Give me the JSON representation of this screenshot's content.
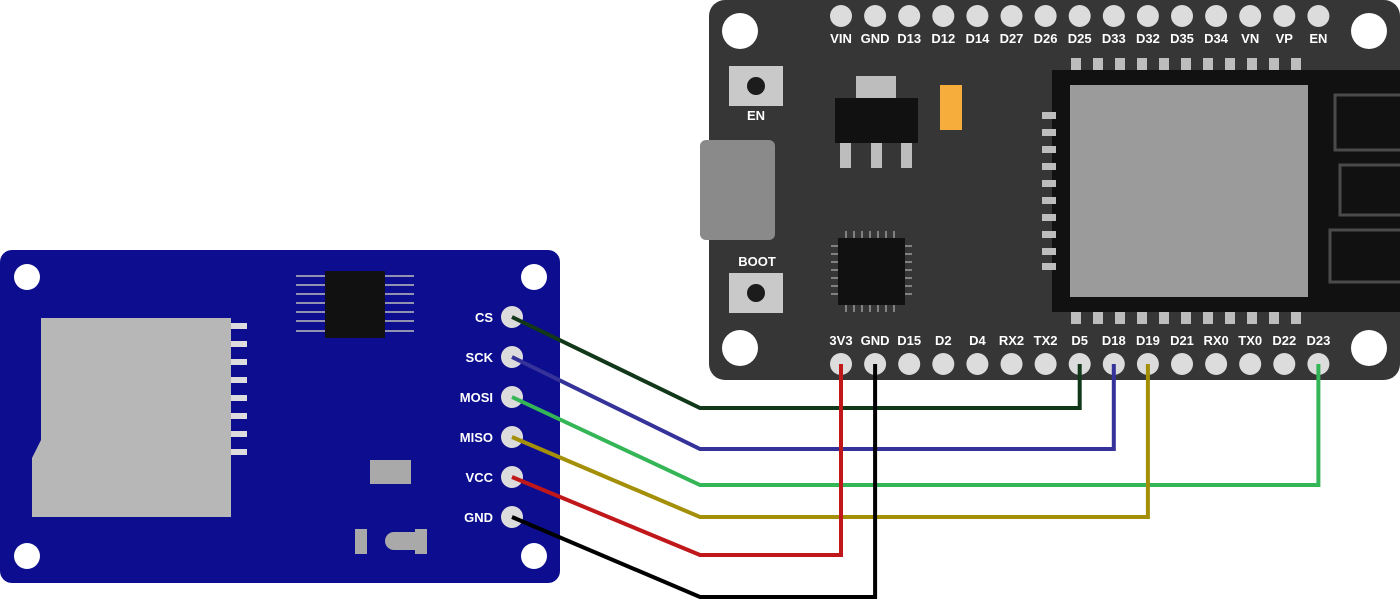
{
  "esp32": {
    "top_pins": [
      "VIN",
      "GND",
      "D13",
      "D12",
      "D14",
      "D27",
      "D26",
      "D25",
      "D33",
      "D32",
      "D35",
      "D34",
      "VN",
      "VP",
      "EN"
    ],
    "bottom_pins": [
      "3V3",
      "GND",
      "D15",
      "D2",
      "D4",
      "RX2",
      "TX2",
      "D5",
      "D18",
      "D19",
      "D21",
      "RX0",
      "TX0",
      "D22",
      "D23"
    ],
    "en_button_label": "EN",
    "boot_button_label": "BOOT"
  },
  "sd_module": {
    "pins": [
      "CS",
      "SCK",
      "MOSI",
      "MISO",
      "VCC",
      "GND"
    ]
  },
  "wires": [
    {
      "from": "CS",
      "to": "D5",
      "color": "#12381a"
    },
    {
      "from": "SCK",
      "to": "D18",
      "color": "#35329a"
    },
    {
      "from": "MOSI",
      "to": "D23",
      "color": "#34b556"
    },
    {
      "from": "MISO",
      "to": "D19",
      "color": "#a38f08"
    },
    {
      "from": "VCC",
      "to": "3V3",
      "color": "#c0171b"
    },
    {
      "from": "GND",
      "to": "GND",
      "color": "#000000"
    }
  ],
  "colors": {
    "esp_board": "#363636",
    "sd_board": "#0d0d8f",
    "pin_pad": "#dcdcdc",
    "shield": "#9b9b9b",
    "led": "#f7ad3b"
  }
}
